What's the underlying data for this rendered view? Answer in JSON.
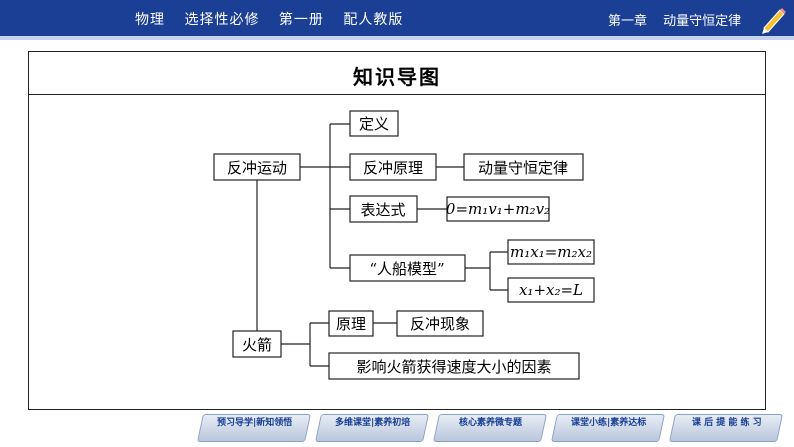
{
  "header": {
    "left_items": [
      "物理",
      "选择性必修",
      "第一册",
      "配人教版"
    ],
    "right_items": [
      "第一章",
      "动量守恒定律"
    ]
  },
  "frame": {
    "title": "知识导图"
  },
  "diagram": {
    "root1": "反冲运动",
    "r1_children": [
      "定义",
      "反冲原理",
      "表达式",
      "“人船模型”"
    ],
    "r1_child2_detail": "动量守恒定律",
    "r1_child3_formula": "0=m₁v₁+m₂v₂",
    "r1_child4_formulas": [
      "m₁x₁=m₂x₂",
      "x₁+x₂=L"
    ],
    "root2": "火箭",
    "r2_children": [
      "原理",
      "影响火箭获得速度大小的因素"
    ],
    "r2_child1_detail": "反冲现象"
  },
  "nav": {
    "buttons": [
      "预习导学|新知领悟",
      "多维课堂|素养初培",
      "核心素养微专题",
      "课堂小练|素养达标",
      "课 后 提 能 练 习"
    ]
  }
}
